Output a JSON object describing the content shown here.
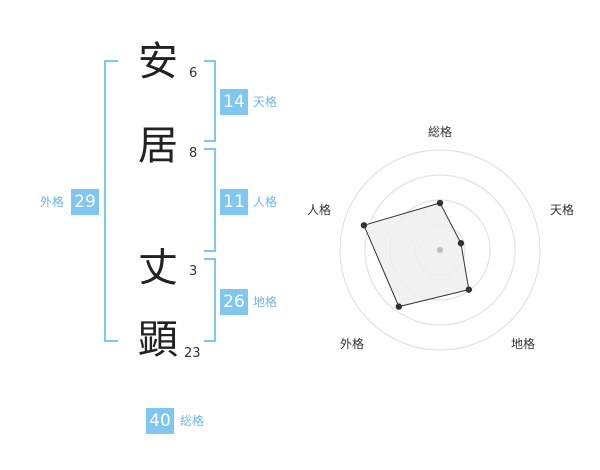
{
  "name": {
    "characters": [
      {
        "char": "安",
        "strokes": "6"
      },
      {
        "char": "居",
        "strokes": "8"
      },
      {
        "char": "丈",
        "strokes": "3"
      },
      {
        "char": "顕",
        "strokes": "23"
      }
    ]
  },
  "scores": {
    "tenkaku": {
      "value": "14",
      "label": "天格"
    },
    "jinkaku": {
      "value": "11",
      "label": "人格"
    },
    "chikaku": {
      "value": "26",
      "label": "地格"
    },
    "gaikaku": {
      "value": "29",
      "label": "外格"
    },
    "soukaku": {
      "value": "40",
      "label": "総格"
    }
  },
  "radar": {
    "axes": [
      "総格",
      "天格",
      "地格",
      "外格",
      "人格"
    ],
    "levels": 4,
    "values": [
      0.47,
      0.22,
      0.49,
      0.7,
      0.8
    ],
    "colors": {
      "ring": "#dddddd",
      "fill": "#eeeeee",
      "line": "#333333",
      "point": "#333333",
      "center": "#bbbbbb"
    }
  },
  "colors": {
    "accent": "#7fc6f0"
  }
}
